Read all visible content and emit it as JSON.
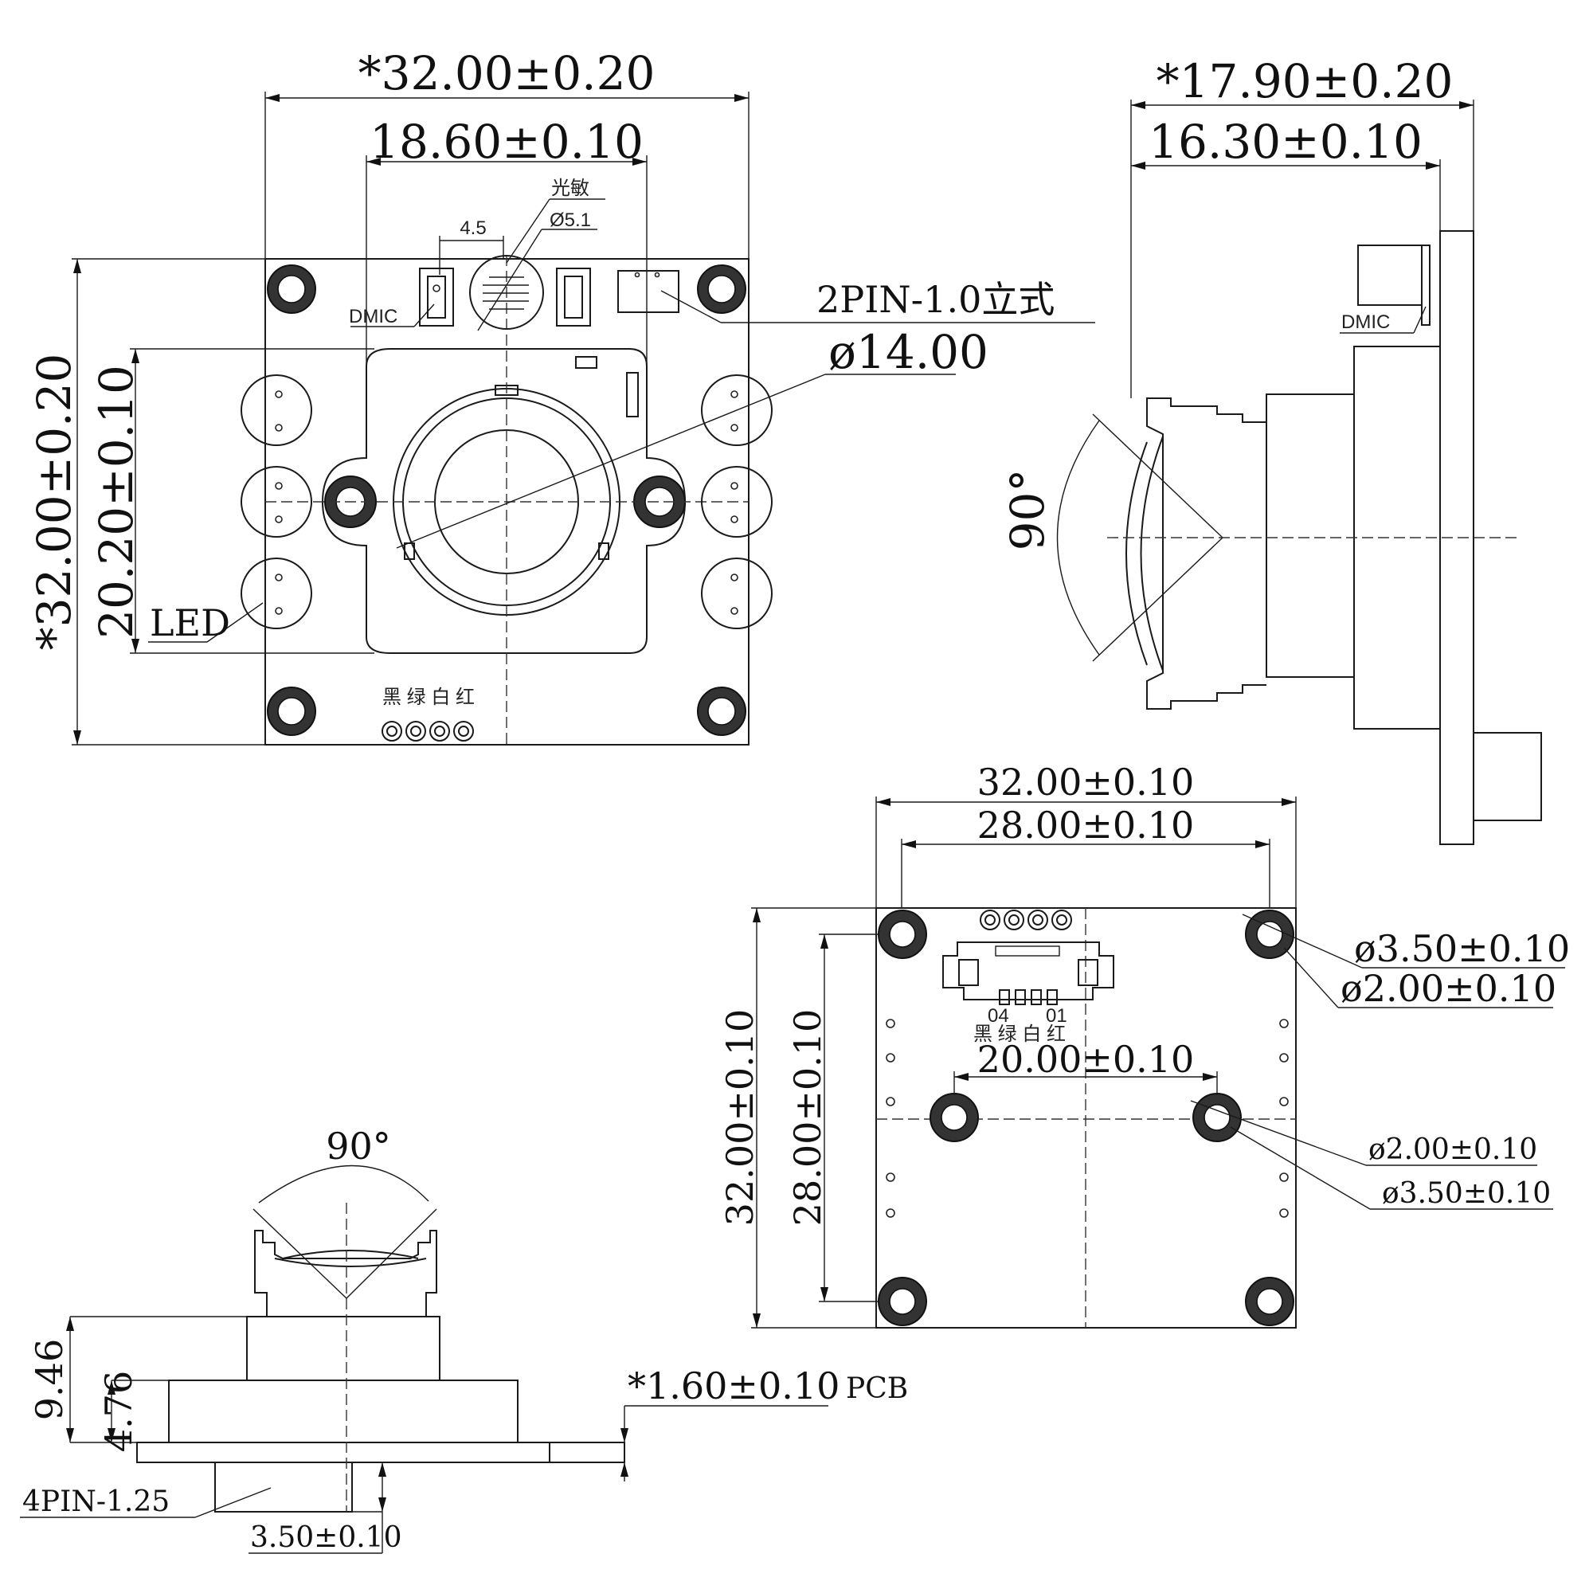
{
  "front_view": {
    "width_total": "*32.00±0.20",
    "width_inner": "18.60±0.10",
    "height_total": "*32.00±0.20",
    "height_inner": "20.20±0.10",
    "light_sensor": "光敏",
    "pitch_small": "4.5",
    "sensor_diameter": "Ø5.1",
    "connector": "2PIN-1.0立式",
    "lens_diameter": "ø14.00",
    "mic_label": "DMIC",
    "led_label": "LED",
    "wire_colors": "黑 绿 白 红"
  },
  "side_view": {
    "depth_total": "*17.90±0.20",
    "depth_inner": "16.30±0.10",
    "mic_label": "DMIC",
    "fov": "90°"
  },
  "back_view": {
    "width_total": "32.00±0.10",
    "width_holes": "28.00±0.10",
    "height_total": "32.00±0.10",
    "height_holes": "28.00±0.10",
    "center_holes": "20.00±0.10",
    "hole_outer_top": "ø3.50±0.10",
    "hole_inner_top": "ø2.00±0.10",
    "hole_inner_mid": "ø2.00±0.10",
    "hole_outer_mid": "ø3.50±0.10",
    "pin_04": "04",
    "pin_01": "01",
    "wire_colors": "黑 绿 白 红"
  },
  "bottom_view": {
    "fov": "90°",
    "height_a": "9.46",
    "height_b": "4.76",
    "pcb_thickness": "*1.60±0.10",
    "pcb_label": "PCB",
    "connector": "4PIN-1.25",
    "connector_height": "3.50±0.10"
  }
}
